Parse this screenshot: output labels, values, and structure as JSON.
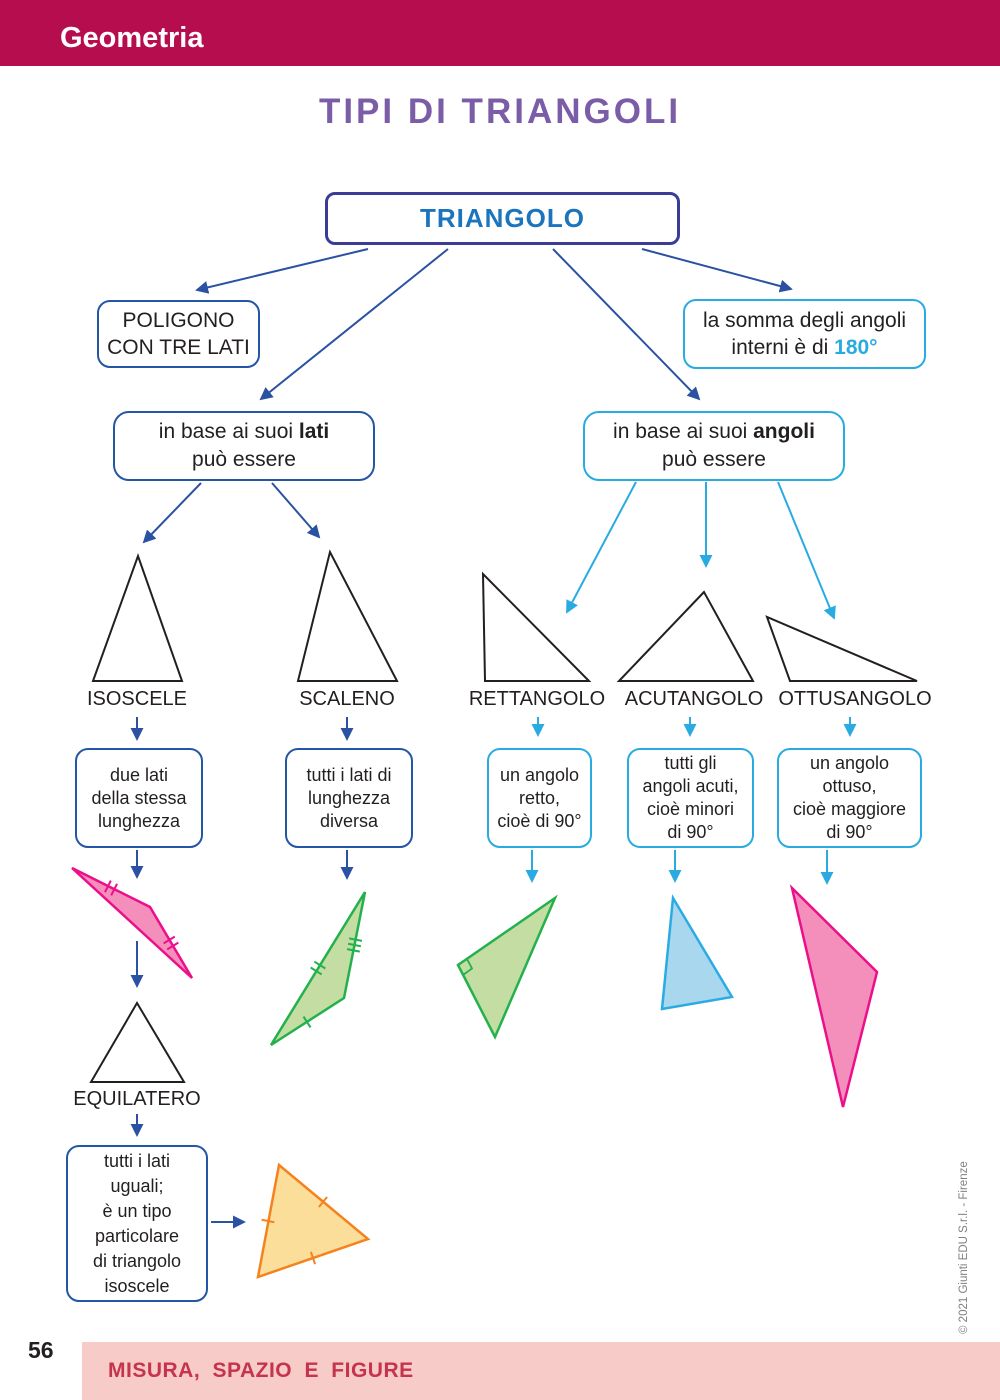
{
  "header": {
    "label": "Geometria"
  },
  "title": "TIPI DI TRIANGOLI",
  "diagram": {
    "root": {
      "label": "TRIANGOLO"
    },
    "definition": {
      "line1": "POLIGONO",
      "line2": "CON TRE LATI"
    },
    "angle_sum": {
      "line1": "la somma degli angoli",
      "line2_prefix": "interni è di ",
      "highlight": "180°"
    },
    "by_sides": {
      "line1_prefix": "in base ai suoi ",
      "line1_bold": "lati",
      "line2": "può essere"
    },
    "by_angles": {
      "line1_prefix": "in base ai suoi ",
      "line1_bold": "angoli",
      "line2": "può essere"
    },
    "side_types": [
      {
        "label": "ISOSCELE",
        "lines": [
          "due lati",
          "della stessa",
          "lunghezza"
        ]
      },
      {
        "label": "SCALENO",
        "lines": [
          "tutti i lati di",
          "lunghezza",
          "diversa"
        ]
      }
    ],
    "angle_types": [
      {
        "label": "RETTANGOLO",
        "lines": [
          "un angolo",
          "retto,",
          "cioè di 90°"
        ]
      },
      {
        "label": "ACUTANGOLO",
        "lines": [
          "tutti gli",
          "angoli acuti,",
          "cioè minori",
          "di 90°"
        ]
      },
      {
        "label": "OTTUSANGOLO",
        "lines": [
          "un angolo",
          "ottuso,",
          "cioè maggiore",
          "di 90°"
        ]
      }
    ],
    "equilatero": {
      "label": "EQUILATERO",
      "lines": [
        "tutti i lati",
        "uguali;",
        "è un tipo",
        "particolare",
        "di triangolo",
        "isoscele"
      ]
    }
  },
  "footer": {
    "page_number": "56",
    "section": "MISURA, SPAZIO E FIGURE"
  },
  "copyright": "© 2021 Giunti EDU S.r.l. - Firenze",
  "colors": {
    "header_bg": "#B60D4E",
    "title": "#7B5CA7",
    "root_text": "#1C75BC",
    "indigo_border": "#3A3D96",
    "blue": "#2456A6",
    "cyan": "#29ABE2",
    "arrow_blue": "#2B52A2",
    "pink_fill": "#F48FBC",
    "pink_stroke": "#EC0F8B",
    "green_fill": "#C3DDA2",
    "green_stroke": "#23B14D",
    "lightblue_fill": "#A9D7EE",
    "lightblue_stroke": "#2AACE3",
    "yellow_fill": "#FCDE9B",
    "orange_stroke": "#F5821F",
    "outline_black": "#231F20",
    "footer_bar_bg": "#F7CBC7",
    "footer_text": "#C5344E"
  }
}
